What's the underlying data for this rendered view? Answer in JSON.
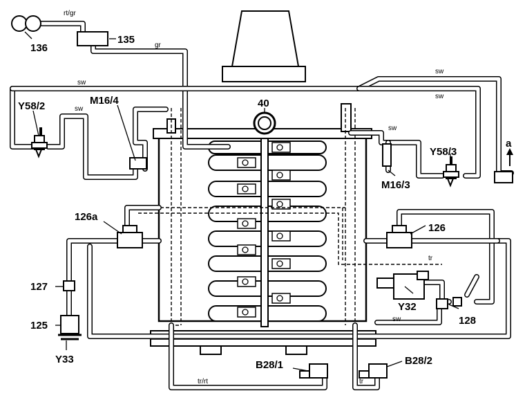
{
  "components": {
    "c136": "136",
    "c135": "135",
    "c40": "40",
    "cY58_2": "Y58/2",
    "cM16_4": "M16/4",
    "cM16_3": "M16/3",
    "cY58_3": "Y58/3",
    "ca": "a",
    "c126a": "126a",
    "c126": "126",
    "c127": "127",
    "c125": "125",
    "cY33": "Y33",
    "cY32": "Y32",
    "c128": "128",
    "cB28_1": "B28/1",
    "cB28_2": "B28/2"
  },
  "line_tags": {
    "rt_gr": "rt/gr",
    "gr": "gr",
    "sw_top_left": "sw",
    "sw_top_right1": "sw",
    "sw_top_right2": "sw",
    "sw_left": "sw",
    "sw_right": "sw",
    "sw_lower": "sw",
    "tr_right": "tr",
    "tr_rt": "tr/rt",
    "tr_bottom": "tr"
  }
}
